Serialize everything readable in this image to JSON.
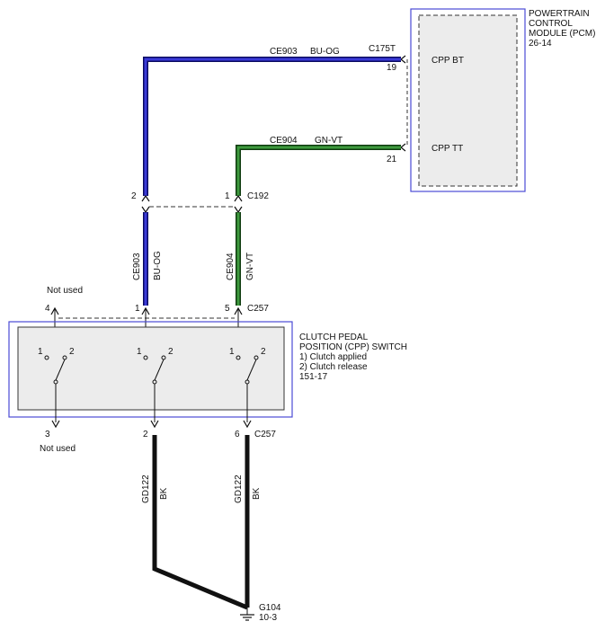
{
  "pcm": {
    "title_lines": [
      "POWERTRAIN",
      "CONTROL",
      "MODULE (PCM)",
      "26-14"
    ],
    "pins": [
      {
        "name": "CPP BT",
        "pin": "19"
      },
      {
        "name": "CPP TT",
        "pin": "21"
      }
    ],
    "connector": "C175T"
  },
  "circuits": [
    {
      "id": "CE903",
      "color_code": "BU-OG",
      "color": "#1a1aa8"
    },
    {
      "id": "CE904",
      "color_code": "GN-VT",
      "color": "#2a7a2a"
    },
    {
      "id": "GD122",
      "color_code": "BK",
      "color": "#111111"
    }
  ],
  "c192": {
    "name": "C192",
    "pins": [
      "2",
      "1"
    ]
  },
  "c257_top": {
    "name": "C257",
    "pins": [
      "4",
      "1",
      "5"
    ]
  },
  "c257_bottom": {
    "name": "C257",
    "pins": [
      "3",
      "2",
      "6"
    ]
  },
  "not_used_top": "Not used",
  "not_used_bottom": "Not used",
  "switch": {
    "title_lines": [
      "CLUTCH PEDAL",
      "POSITION (CPP) SWITCH",
      "1) Clutch applied",
      "2) Clutch release",
      "151-17"
    ],
    "pole_labels": [
      "1",
      "2"
    ]
  },
  "ground": {
    "name": "G104",
    "ref": "10-3"
  }
}
